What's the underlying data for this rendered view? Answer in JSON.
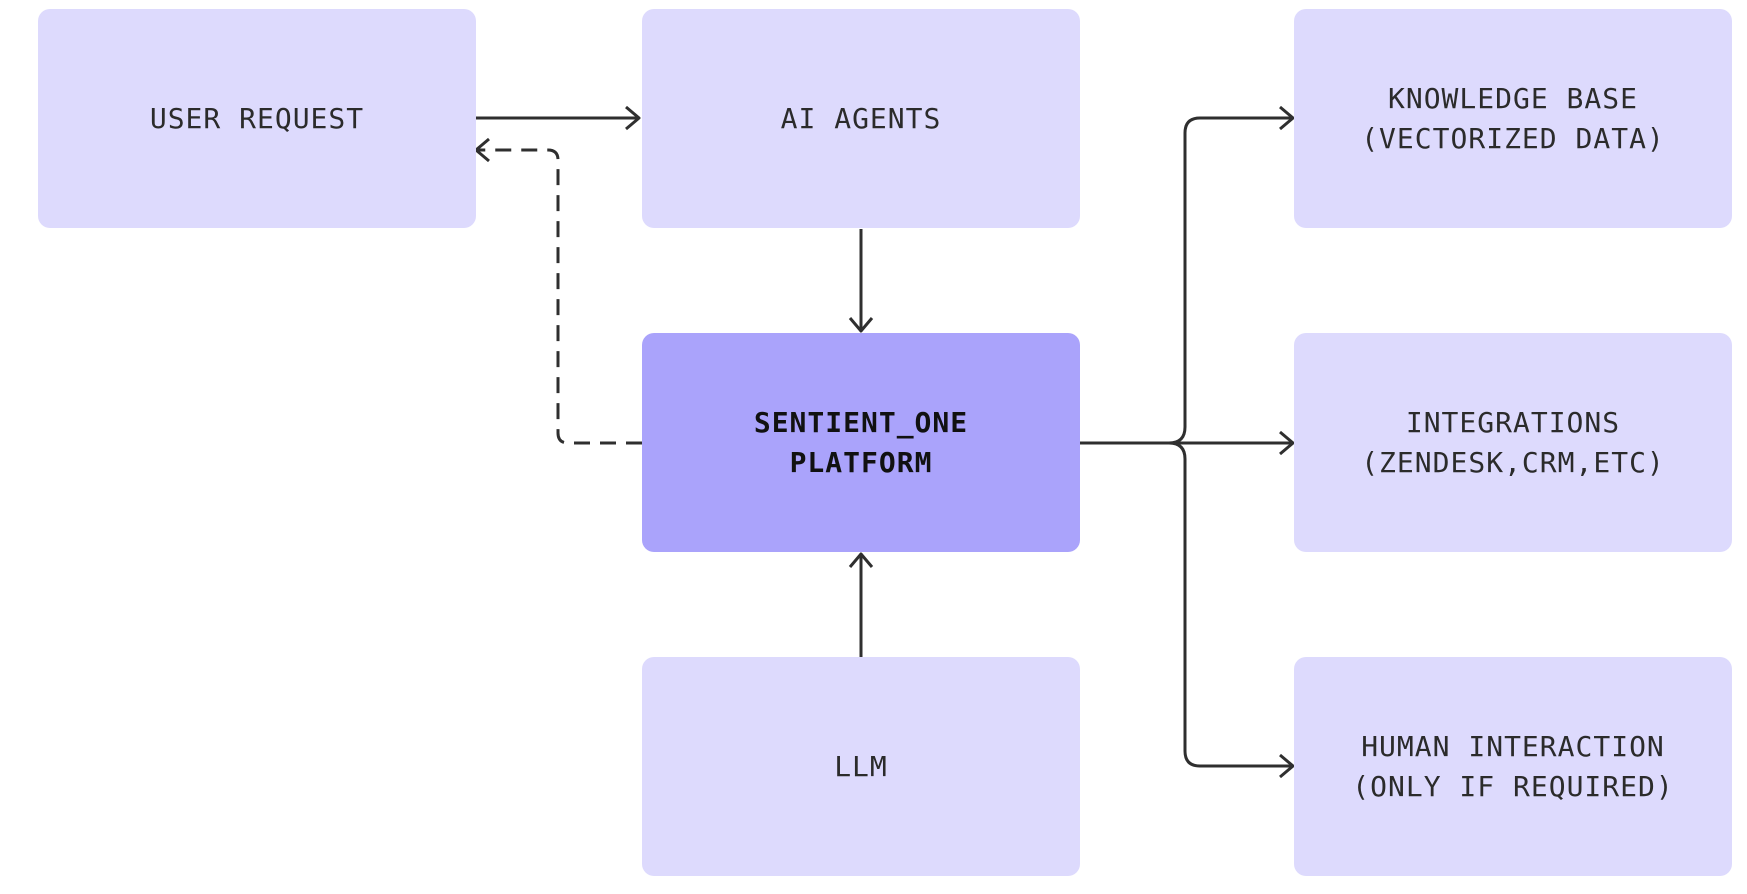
{
  "diagram": {
    "colors": {
      "node_fill": "#dddafd",
      "primary_fill": "#aaa3fb",
      "connector": "#2f2f2f",
      "text": "#2b2b2b"
    },
    "nodes": {
      "user_request": {
        "line1": "USER REQUEST"
      },
      "ai_agents": {
        "line1": "AI AGENTS"
      },
      "platform": {
        "line1": "SENTIENT_ONE",
        "line2": "PLATFORM"
      },
      "llm": {
        "line1": "LLM"
      },
      "knowledge_base": {
        "line1": "KNOWLEDGE BASE",
        "line2": "(VECTORIZED DATA)"
      },
      "integrations": {
        "line1": "INTEGRATIONS",
        "line2": "(ZENDESK,CRM,ETC)"
      },
      "human_interaction": {
        "line1": "HUMAN INTERACTION",
        "line2": "(ONLY IF REQUIRED)"
      }
    },
    "connectors": [
      {
        "from": "user_request",
        "to": "ai_agents",
        "style": "solid"
      },
      {
        "from": "ai_agents",
        "to": "platform",
        "style": "solid"
      },
      {
        "from": "llm",
        "to": "platform",
        "style": "solid"
      },
      {
        "from": "platform",
        "to": "user_request",
        "style": "dashed"
      },
      {
        "from": "platform",
        "to": "knowledge_base",
        "style": "solid"
      },
      {
        "from": "platform",
        "to": "integrations",
        "style": "solid"
      },
      {
        "from": "platform",
        "to": "human_interaction",
        "style": "solid"
      }
    ]
  }
}
